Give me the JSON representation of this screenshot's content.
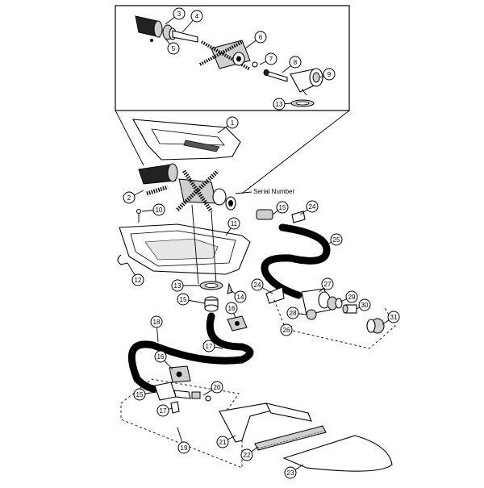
{
  "diagram": {
    "serial_label": "Serial Number",
    "callouts": [
      {
        "id": "c3",
        "label": "3"
      },
      {
        "id": "c4",
        "label": "4"
      },
      {
        "id": "c5",
        "label": "5"
      },
      {
        "id": "c6",
        "label": "6"
      },
      {
        "id": "c7",
        "label": "7"
      },
      {
        "id": "c8",
        "label": "8"
      },
      {
        "id": "c9",
        "label": "9"
      },
      {
        "id": "c13a",
        "label": "13"
      },
      {
        "id": "c1",
        "label": "1"
      },
      {
        "id": "c2",
        "label": "2"
      },
      {
        "id": "c10",
        "label": "10"
      },
      {
        "id": "c11",
        "label": "11"
      },
      {
        "id": "c12",
        "label": "12"
      },
      {
        "id": "c15a",
        "label": "15"
      },
      {
        "id": "c24a",
        "label": "24"
      },
      {
        "id": "c25",
        "label": "25"
      },
      {
        "id": "c13b",
        "label": "13"
      },
      {
        "id": "c14",
        "label": "14"
      },
      {
        "id": "c15b",
        "label": "15"
      },
      {
        "id": "c16a",
        "label": "16"
      },
      {
        "id": "c24b",
        "label": "24"
      },
      {
        "id": "c27",
        "label": "27"
      },
      {
        "id": "c28",
        "label": "28"
      },
      {
        "id": "c29",
        "label": "29"
      },
      {
        "id": "c30",
        "label": "30"
      },
      {
        "id": "c31",
        "label": "31"
      },
      {
        "id": "c26",
        "label": "26"
      },
      {
        "id": "c18",
        "label": "18"
      },
      {
        "id": "c17a",
        "label": "17"
      },
      {
        "id": "c16b",
        "label": "16"
      },
      {
        "id": "c20",
        "label": "20"
      },
      {
        "id": "c15c",
        "label": "15"
      },
      {
        "id": "c17b",
        "label": "17"
      },
      {
        "id": "c21",
        "label": "21"
      },
      {
        "id": "c22",
        "label": "22"
      },
      {
        "id": "c19",
        "label": "19"
      },
      {
        "id": "c23",
        "label": "23"
      }
    ]
  }
}
